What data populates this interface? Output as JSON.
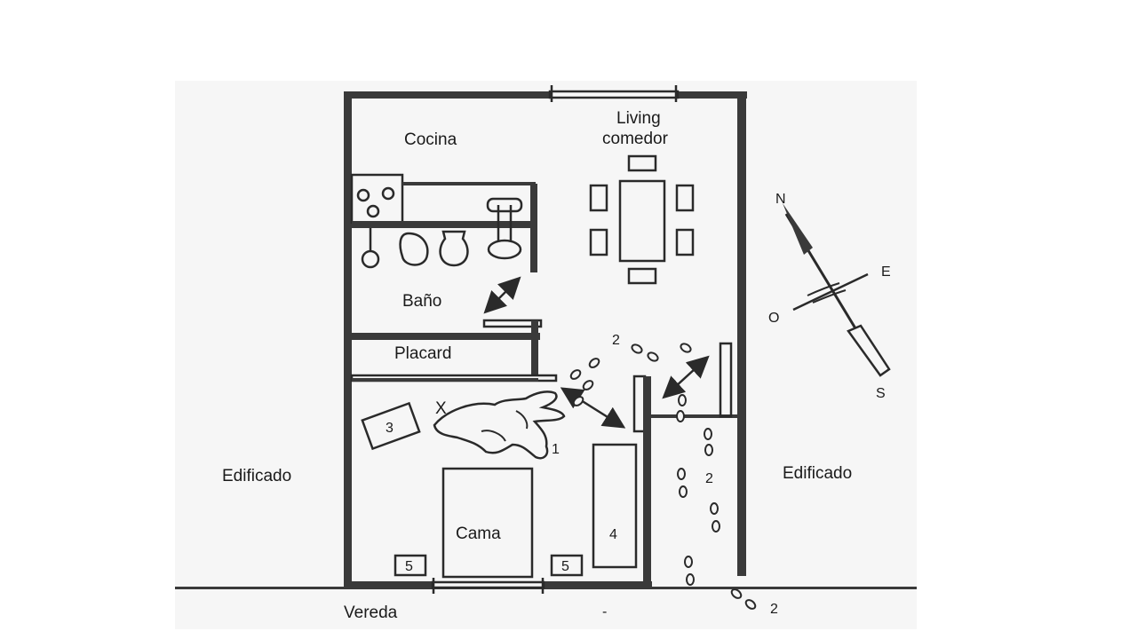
{
  "labels": {
    "cocina": "Cocina",
    "living_line1": "Living",
    "living_line2": "comedor",
    "bano": "Baño",
    "placard": "Placard",
    "cama": "Cama",
    "edificado_left": "Edificado",
    "edificado_right": "Edificado",
    "vereda": "Vereda",
    "vereda_mark": "-",
    "x_mark": "X"
  },
  "markers": {
    "item_3": "3",
    "item_4": "4",
    "item_5_left": "5",
    "item_5_right": "5",
    "body_1": "1",
    "steps_2_top": "2",
    "steps_2_corridor": "2",
    "steps_2_street": "2"
  },
  "compass": {
    "north": "N",
    "east": "E",
    "west": "O",
    "south": "S"
  }
}
